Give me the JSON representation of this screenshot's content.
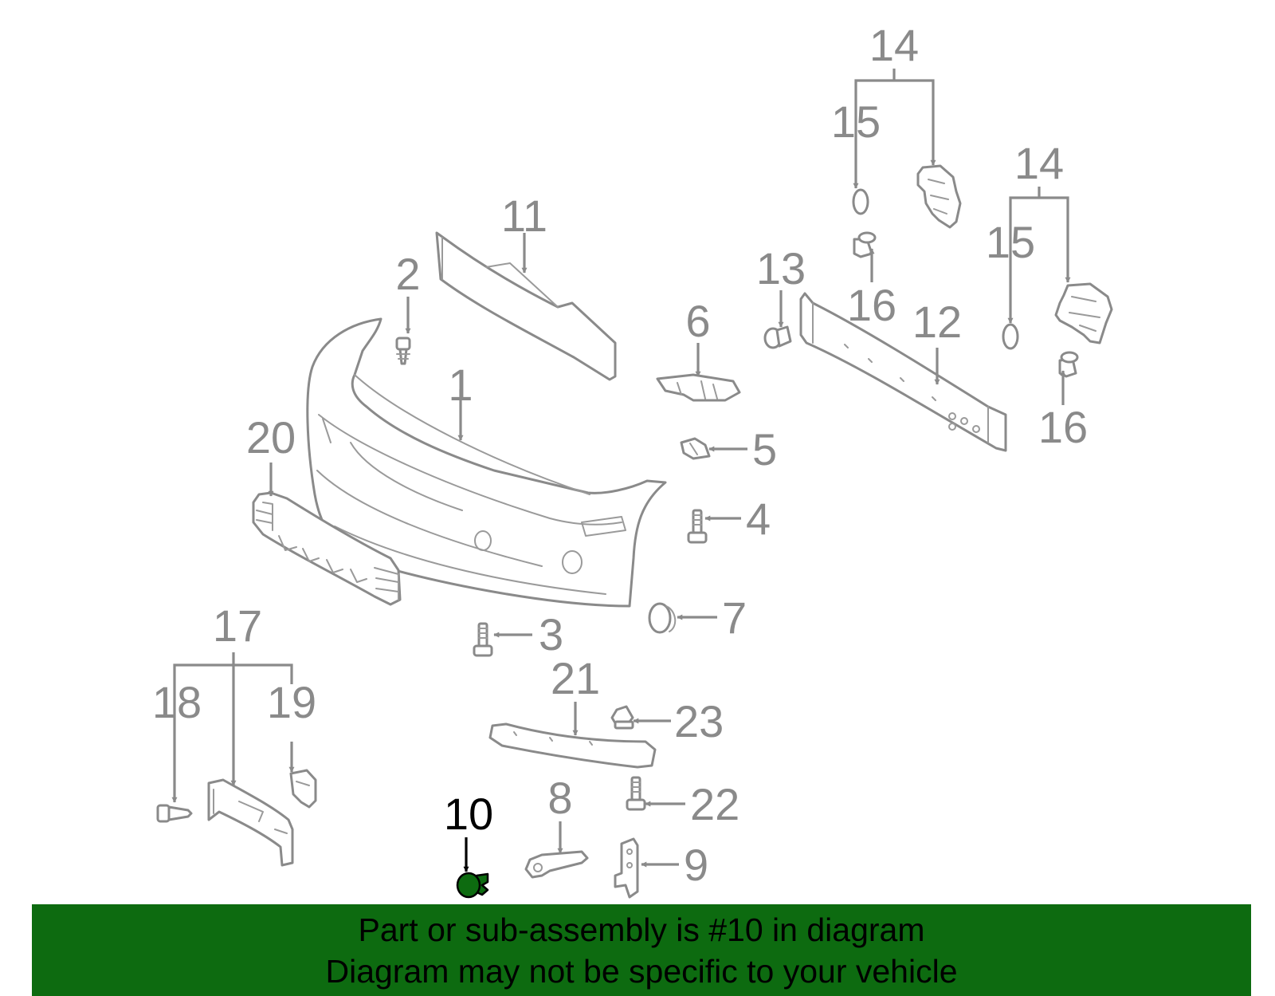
{
  "callouts": {
    "c1": "1",
    "c2": "2",
    "c3": "3",
    "c4": "4",
    "c5": "5",
    "c6": "6",
    "c7": "7",
    "c8": "8",
    "c9": "9",
    "c10": "10",
    "c11": "11",
    "c12": "12",
    "c13": "13",
    "c14a": "14",
    "c14b": "14",
    "c15a": "15",
    "c15b": "15",
    "c16a": "16",
    "c16b": "16",
    "c17": "17",
    "c18": "18",
    "c19": "19",
    "c20": "20",
    "c21": "21",
    "c22": "22",
    "c23": "23"
  },
  "highlight": {
    "color": "#0d6b10",
    "outline": "#000000",
    "label_color": "#000000"
  },
  "banner": {
    "background": "#0d6b10",
    "line1": "Part or sub-assembly is #10 in diagram",
    "line2": "Diagram may not be specific to your vehicle"
  },
  "colors": {
    "part_stroke": "#8a8a8a",
    "background": "#ffffff"
  }
}
